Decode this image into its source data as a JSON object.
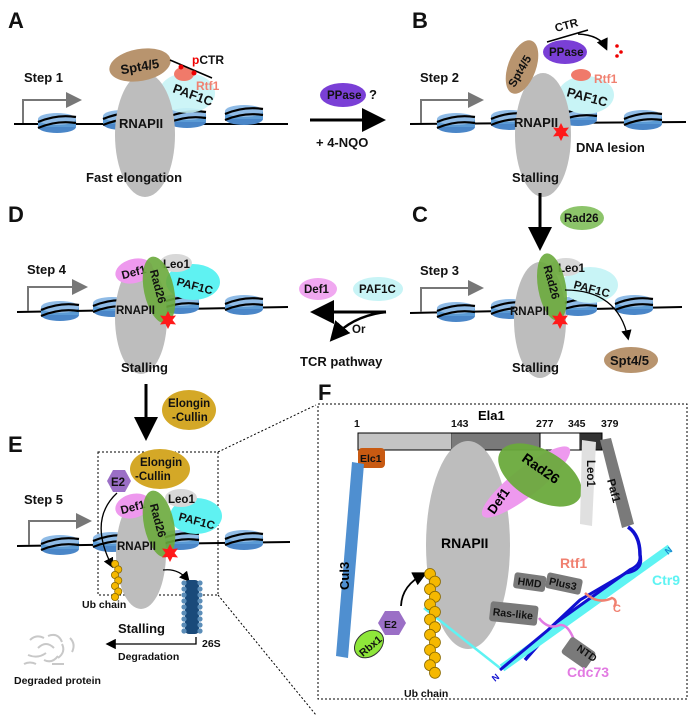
{
  "panels": {
    "A": {
      "label": "A",
      "step": "Step 1",
      "caption": "Fast elongation",
      "rnap": "RNAPII",
      "spt": "Spt4/5",
      "paf": "PAF1C",
      "rtf": "Rtf1",
      "ctr_p": "p",
      "ctr": "CTR"
    },
    "AB_arrow": {
      "enzyme": "PPase",
      "question": "?",
      "treatment": "+ 4-NQO"
    },
    "B": {
      "label": "B",
      "step": "Step 2",
      "caption": "Stalling",
      "rnap": "RNAPII",
      "spt": "Spt4/5",
      "ppase": "PPase",
      "paf": "PAF1C",
      "rtf": "Rtf1",
      "ctr": "CTR",
      "lesion": "DNA lesion"
    },
    "BC_arrow": {
      "factor": "Rad26"
    },
    "C": {
      "label": "C",
      "step": "Step 3",
      "caption": "Stalling",
      "rnap": "RNAPII",
      "rad26": "Rad26",
      "leo1": "Leo1",
      "paf": "PAF1C",
      "released": "Spt4/5"
    },
    "CD_arrow": {
      "def1": "Def1",
      "paf": "PAF1C",
      "or": "Or",
      "alt": "TCR pathway"
    },
    "D": {
      "label": "D",
      "step": "Step 4",
      "caption": "Stalling",
      "rnap": "RNAPII",
      "def1": "Def1",
      "rad26": "Rad26",
      "leo1": "Leo1",
      "paf": "PAF1C"
    },
    "DE_arrow": {
      "factor_line1": "Elongin",
      "factor_line2": "-Cullin"
    },
    "E": {
      "label": "E",
      "step": "Step 5",
      "caption": "Stalling",
      "rnap": "RNAPII",
      "e2": "E2",
      "ec1": "Elongin",
      "ec2": "-Cullin",
      "def1": "Def1",
      "rad26": "Rad26",
      "leo1": "Leo1",
      "paf": "PAF1C",
      "ub": "Ub chain",
      "proteasome": "26S",
      "degradation": "Degradation",
      "degraded": "Degraded protein"
    },
    "F": {
      "label": "F",
      "ela1": "Ela1",
      "ticks": [
        "1",
        "143",
        "277",
        "345",
        "379"
      ],
      "elc1": "Elc1",
      "cul3": "Cul3",
      "rad26": "Rad26",
      "def1": "Def1",
      "leo1": "Leo1",
      "paf1": "Paf1",
      "rnap": "RNAPII",
      "rtf1": "Rtf1",
      "hmd": "HMD",
      "plus3": "Plus3",
      "c": "C",
      "ctr9": "Ctr9",
      "n1": "N",
      "n2": "N",
      "raslike": "Ras-like",
      "ntd": "NTD",
      "cdc73": "Cdc73",
      "e2": "E2",
      "rbx1": "Rbx1",
      "ub": "Ub chain"
    }
  },
  "colors": {
    "spt": "#b8946e",
    "paf": "#c8f4f6",
    "pafBright": "#5ff2f2",
    "rtf": "#f08070",
    "ppase": "#7a3fd6",
    "rnap": "#c0c0c0",
    "rad26": "#6aaa3c",
    "def1": "#ee99ee",
    "leo1": "#d8d8d8",
    "elongin": "#d4a827",
    "e2": "#9b6fc6",
    "ub": "#f5b800",
    "lesion": "#ff1a1a",
    "nucleosome": "#5b9bd5",
    "cul3": "#4f8fd0",
    "elc1": "#c85a12",
    "rbx1": "#8ee63a",
    "ctr9": "#5ef3f3",
    "ctr9dark": "#1010d0",
    "cdc73": "#e27ae2",
    "grey": "#8a8a8a"
  }
}
